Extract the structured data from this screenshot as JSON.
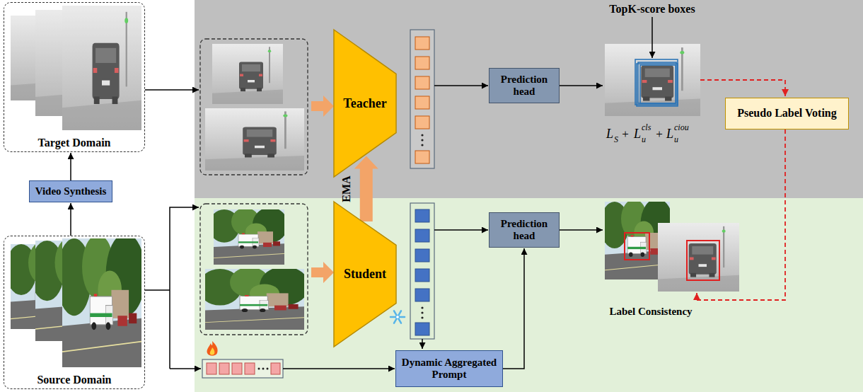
{
  "diagram": {
    "nodes": [
      {
        "text": [
          "Target Domain"
        ]
      },
      {
        "text": [
          "Video Synthesis"
        ]
      },
      {
        "text": [
          "Source Domain"
        ]
      },
      {
        "text": [
          "Teacher"
        ]
      },
      {
        "text": [
          "Prediction head"
        ]
      },
      {
        "text": [
          "Pseudo Label Voting"
        ]
      },
      {
        "text": [
          "Student"
        ]
      },
      {
        "text": [
          "Prediction head"
        ]
      },
      {
        "text": [
          "Dynamic Aggregated Prompt"
        ]
      }
    ],
    "edges": [
      {
        "from": 2,
        "to": 1,
        "arrow": "to"
      },
      {
        "from": 1,
        "to": 0,
        "arrow": "to"
      },
      {
        "from": 6,
        "to": 3,
        "arrow": "to",
        "label": "EMA"
      },
      {
        "from": 8,
        "to": 7,
        "arrow": "to"
      }
    ],
    "labels": [
      "TopK-score boxes",
      "L",
      "S",
      "+",
      "L",
      "u",
      "cls",
      "+",
      "L",
      "u",
      "ciou",
      "Label Consistency"
    ]
  }
}
